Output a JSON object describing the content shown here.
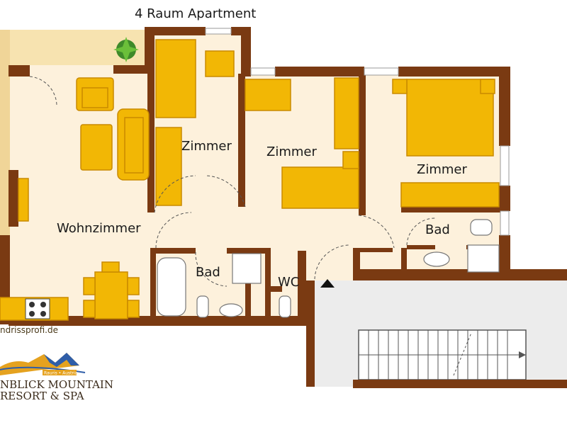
{
  "title": "4 Raum Apartment",
  "rooms": {
    "living": "Wohnzimmer",
    "room1": "Zimmer",
    "room2": "Zimmer",
    "room3": "Zimmer",
    "bath1": "Bad",
    "bath2": "Bad",
    "wc": "WC"
  },
  "credit": "ndrissprofi.de",
  "logo": {
    "line1": "NBLICK MOUNTAIN",
    "line2": "RESORT & SPA",
    "tagline": "Rauris • Austria"
  },
  "colors": {
    "wall": "#7a3a12",
    "floor": "#fdf1dc",
    "furniture": "#f2b705",
    "furniture_edge": "#c98a00",
    "terrace": "#f7e3b0",
    "stairwell": "#ececec"
  }
}
